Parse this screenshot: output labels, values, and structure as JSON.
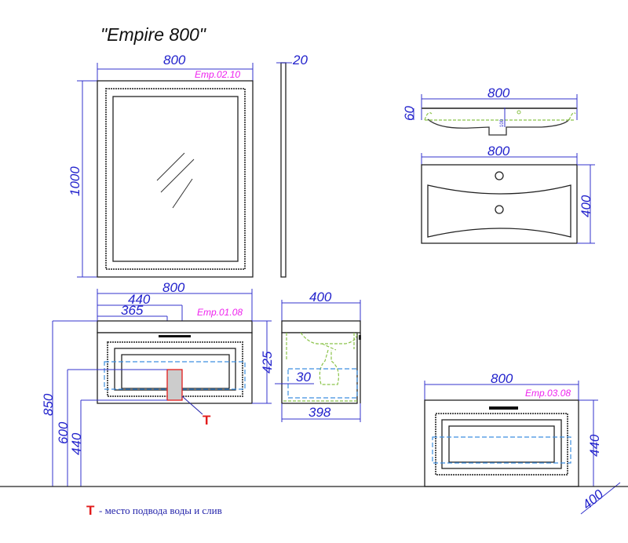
{
  "title": "\"Empire 800\"",
  "mirror": {
    "code": "Emp.02.10",
    "width": "800",
    "height": "1000",
    "depth": "20"
  },
  "sink": {
    "width_profile": "800",
    "height": "60",
    "drain_label": "100",
    "width_plan": "800",
    "depth": "400"
  },
  "cabinet": {
    "code": "Emp.01.08",
    "width": "800",
    "offset_440": "440",
    "offset_365": "365",
    "height": "425",
    "floor_850": "850",
    "floor_600": "600",
    "floor_440": "440",
    "marker": "T"
  },
  "side_view": {
    "depth_top": "400",
    "depth_bottom": "398",
    "offset": "30"
  },
  "cabinet2": {
    "code": "Emp.03.08",
    "width": "800",
    "height": "440",
    "depth": "400"
  },
  "legend": {
    "marker": "T",
    "text": "- место подвода воды и слив"
  },
  "colors": {
    "dimension": "#2222cc",
    "code": "#ee22ee",
    "marker": "#e21b1b",
    "plumbing": "#8bc34a",
    "dashed": "#3d8fe0"
  }
}
